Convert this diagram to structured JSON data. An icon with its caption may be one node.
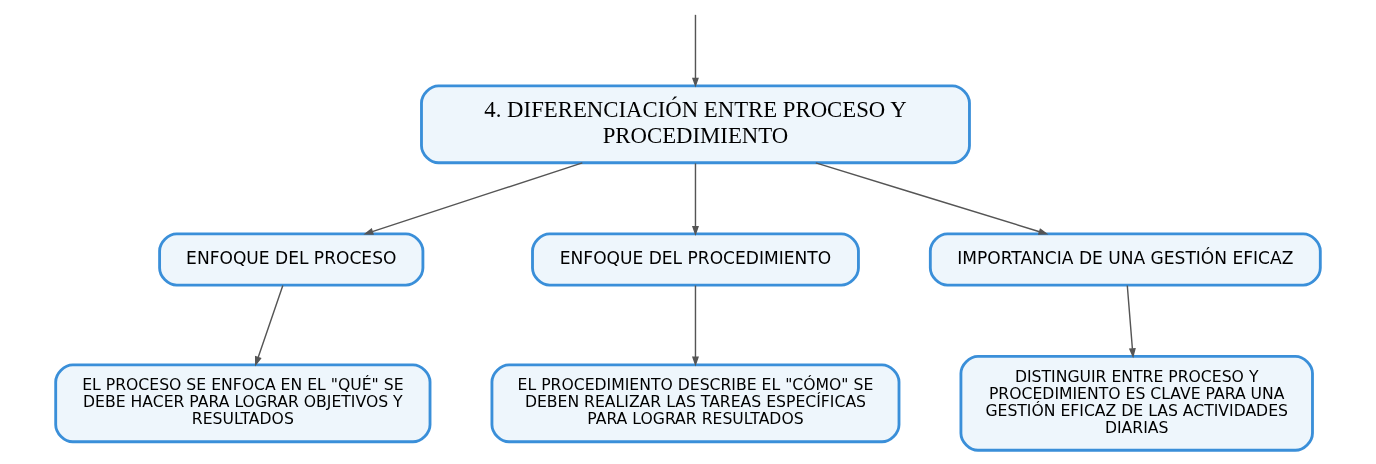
{
  "diagram": {
    "nodes": [
      {
        "text": [
          "4. DIFERENCIACIÓN ENTRE PROCESO Y PROCEDIMIENTO"
        ]
      },
      {
        "text": [
          "ENFOQUE DEL PROCESO"
        ]
      },
      {
        "text": [
          "ENFOQUE DEL PROCEDIMIENTO"
        ]
      },
      {
        "text": [
          "IMPORTANCIA DE UNA GESTIÓN EFICAZ"
        ]
      },
      {
        "text": [
          "EL PROCESO SE ENFOCA EN EL \"QUÉ\" SE DEBE HACER PARA LOGRAR OBJETIVOS Y RESULTADOS"
        ]
      },
      {
        "text": [
          "EL PROCEDIMIENTO DESCRIBE EL \"CÓMO\" SE DEBEN REALIZAR LAS TAREAS ESPECÍFICAS PARA LOGRAR RESULTADOS"
        ]
      },
      {
        "text": [
          "DISTINGUIR ENTRE PROCESO Y PROCEDIMIENTO ES CLAVE PARA UNA GESTIÓN EFICAZ DE LAS ACTIVIDADES DIARIAS"
        ]
      }
    ],
    "edges": [
      {
        "from": null,
        "to": 0,
        "arrow": "to"
      },
      {
        "from": 0,
        "to": 1,
        "arrow": "to"
      },
      {
        "from": 0,
        "to": 2,
        "arrow": "to"
      },
      {
        "from": 0,
        "to": 3,
        "arrow": "to"
      },
      {
        "from": 1,
        "to": 4,
        "arrow": "to"
      },
      {
        "from": 2,
        "to": 5,
        "arrow": "to"
      },
      {
        "from": 3,
        "to": 6,
        "arrow": "to"
      }
    ]
  }
}
